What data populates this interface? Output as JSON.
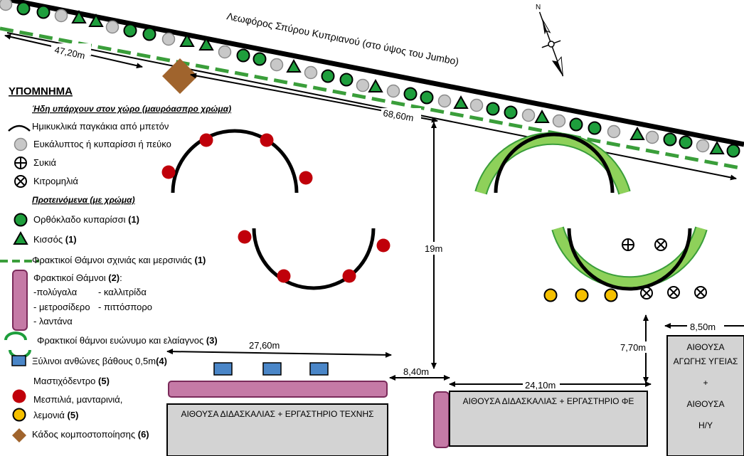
{
  "road": {
    "name": "Λεωφόρος Σπύρου Κυπριανού (στο ύψος του Jumbo)"
  },
  "compass": {
    "north_label": "N"
  },
  "dimensions": {
    "d1": "47,20m",
    "d2": "68,60m",
    "d3": "19m",
    "d4": "27,60m",
    "d5": "8,40m",
    "d6": "24,10m",
    "d7": "7,70m",
    "d8": "8,50m"
  },
  "buildings": {
    "art": "ΑΙΘΟΥΣΑ ΔΙΔΑΣΚΑΛΙΑΣ + ΕΡΓΑΣΤΗΡΙΟ ΤΕΧΝΗΣ",
    "science": "ΑΙΘΟΥΣΑ ΔΙΔΑΣΚΑΛΙΑΣ + ΕΡΓΑΣΤΗΡΙΟ ΦΕ",
    "health_lines": [
      "ΑΙΘΟΥΣΑ",
      "ΑΓΩΓΗΣ ΥΓΕΙΑΣ",
      "+",
      "ΑΙΘΟΥΣΑ",
      "Η/Υ"
    ]
  },
  "legend": {
    "title": "ΥΠΟΜΝΗΜΑ",
    "existing_heading": "Ήδη υπάρχουν στον χώρο (μαυρόασπρο χρώμα)",
    "bench": "Ημικυκλικά παγκάκια από μπετόν",
    "eucalyptus": "Ευκάλυπτος ή κυπαρίσσι ή πεύκο",
    "fig": "Συκιά",
    "citrus": "Κιτρομηλιά",
    "proposed_heading": "Προτεινόμενα (με χρώμα)",
    "cypress": "Ορθόκλαδο κυπαρίσσι",
    "cypress_num": "(1)",
    "ivy": "Κισσός",
    "ivy_num": "(1)",
    "hedge": "Φρακτικοί Θάμνοι σχινιάς και μερσινιάς",
    "hedge_num": "(1)",
    "shrubs": "Φρακτικοί Θάμνοι",
    "shrubs_num": "(2)",
    "shrubs_colon": ":",
    "shrub_list": [
      "-πολύγαλα",
      "- καλλιτρίδα",
      "- μετροσίδερο",
      "- πιττόσπορο",
      "- λαντάνα"
    ],
    "euonymus": "Φρακτικοί θάμνοι ευώνυμο και ελαίαγνος",
    "euonymus_num": "(3)",
    "planters": "Ξύλινοι ανθώνες βάθους 0,5m",
    "planters_num": "(4)",
    "mastic": "Μαστιχόδεντρο",
    "mastic_num": "(5)",
    "medlar_line1": "Μεσπιλιά, μανταρινιά,",
    "medlar_line2": "λεμονιά",
    "medlar_num": "(5)",
    "compost": "Κάδος κομποστοποίησης",
    "compost_num": "(6)"
  },
  "colors": {
    "cypress_green": "#1e9e3c",
    "existing_gray": "#c8c8c8",
    "hedge_green": "#3a9e3a",
    "euonymus_green": "#8ed15a",
    "shrub_pink": "#c57aa6",
    "planter_blue": "#4a86c8",
    "mastic_red": "#c0000a",
    "citrus_yellow": "#f5c000",
    "compost_brown": "#a0642d",
    "building_gray": "#d3d3d3"
  }
}
